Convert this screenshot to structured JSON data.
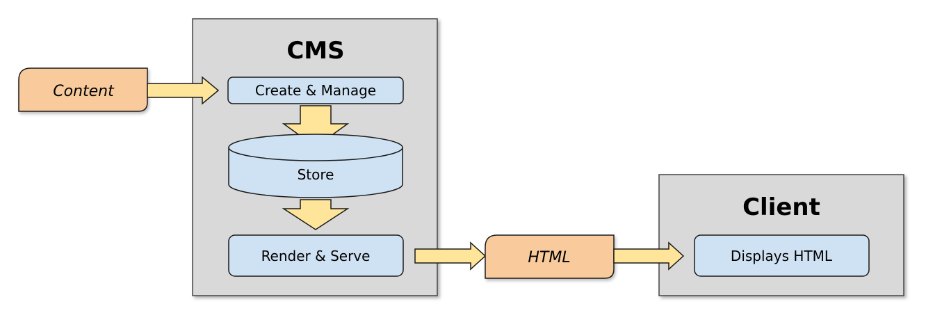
{
  "colors": {
    "container_fill": "#d9d9d9",
    "container_stroke": "#444444",
    "process_fill": "#cfe2f3",
    "document_fill": "#f9cb9c",
    "arrow_fill": "#ffe599",
    "stroke": "#1a1a1a"
  },
  "cms": {
    "title": "CMS",
    "create_manage": "Create & Manage",
    "store": "Store",
    "render_serve": "Render & Serve"
  },
  "client": {
    "title": "Client",
    "displays_html": "Displays HTML"
  },
  "documents": {
    "content": "Content",
    "html": "HTML"
  }
}
